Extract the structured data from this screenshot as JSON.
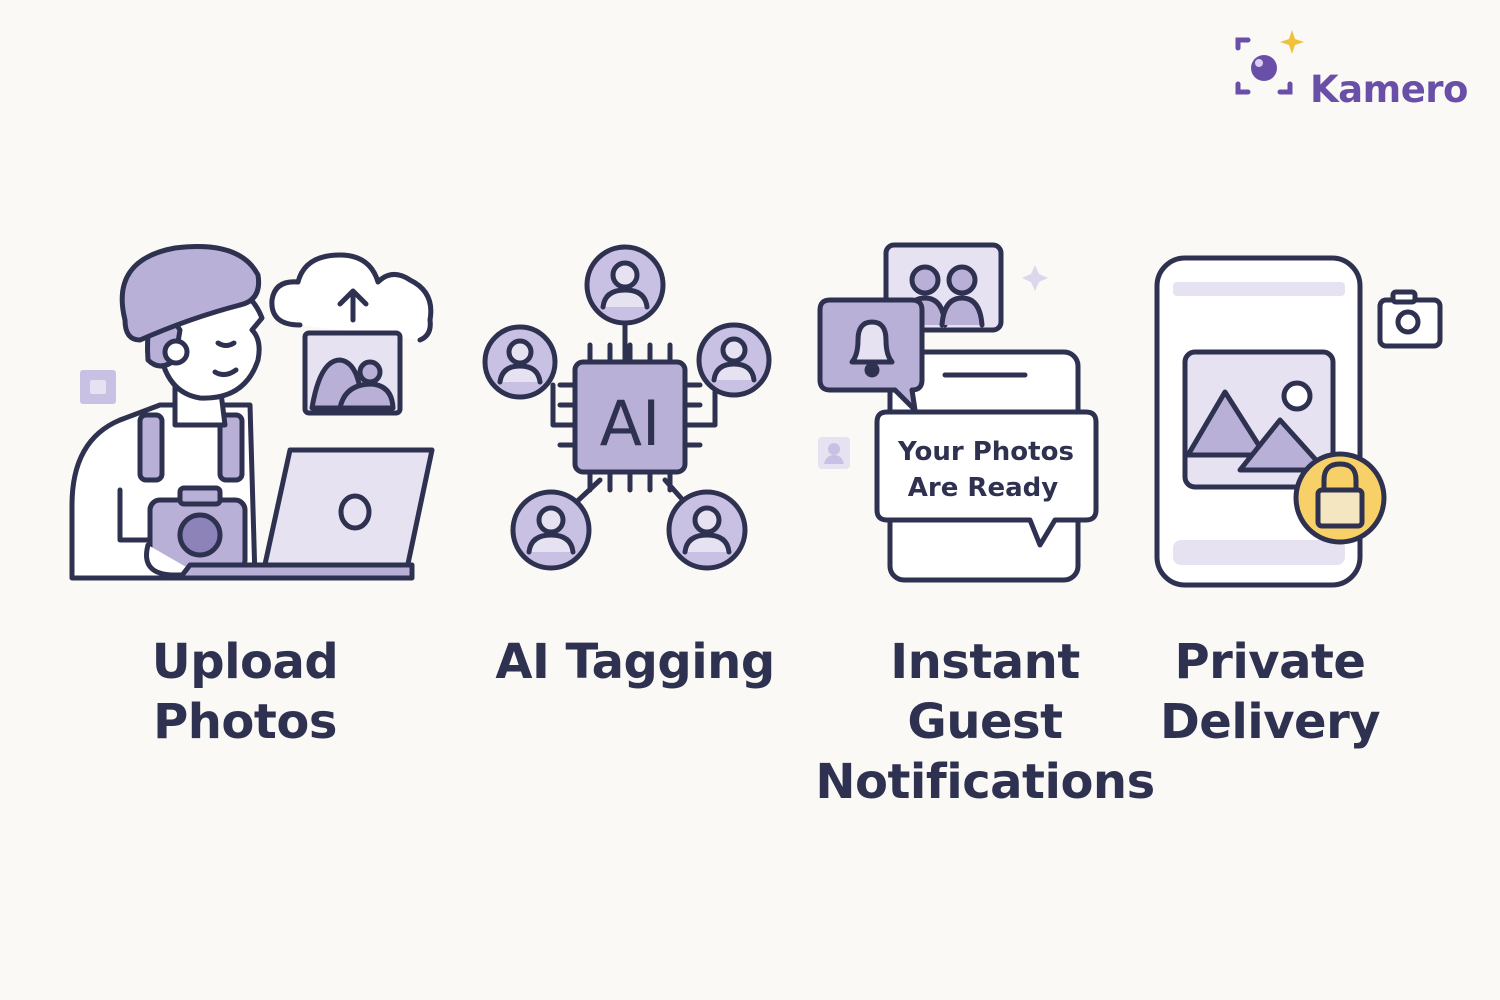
{
  "brand": {
    "name": "Kamero",
    "accent": "#6a4fa8",
    "spark": "#f0c23a"
  },
  "colors": {
    "stroke": "#2f3150",
    "fill": "#b9b0d8",
    "fill_light": "#e6e2f1",
    "lock": "#f7d067"
  },
  "steps": [
    {
      "line1": "Upload",
      "line2": "Photos",
      "icon": "photographer-upload-icon"
    },
    {
      "line1": "AI Tagging",
      "icon": "ai-chip-network-icon",
      "chip_label": "AI"
    },
    {
      "line1": "Instant",
      "line2": "Guest",
      "line3": "Notifications",
      "icon": "phone-notification-icon",
      "bubble_line1": "Your Photos",
      "bubble_line2": "Are Ready"
    },
    {
      "line1": "Private",
      "line2": "Delivery",
      "icon": "locked-phone-gallery-icon"
    }
  ]
}
